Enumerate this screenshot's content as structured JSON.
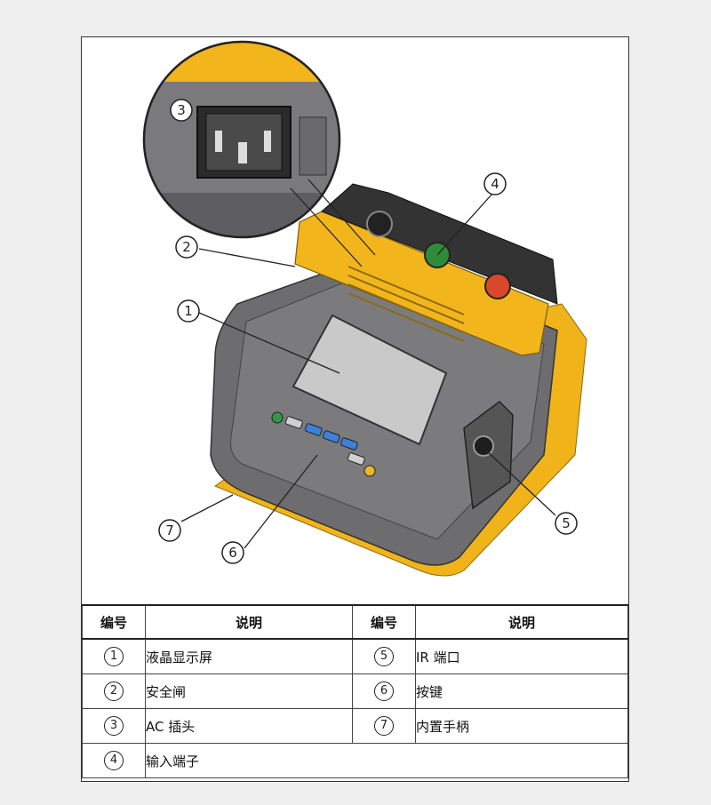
{
  "callouts": [
    "1",
    "2",
    "3",
    "4",
    "5",
    "6",
    "7"
  ],
  "table": {
    "headers": [
      "编号",
      "说明",
      "编号",
      "说明"
    ],
    "rows": [
      {
        "num1": "1",
        "desc1": "液晶显示屏",
        "num2": "5",
        "desc2": "IR 端口"
      },
      {
        "num1": "2",
        "desc1": "安全闸",
        "num2": "6",
        "desc2": "按键"
      },
      {
        "num1": "3",
        "desc1": "AC 插头",
        "num2": "7",
        "desc2": "内置手柄"
      },
      {
        "num1": "4",
        "desc1": "输入端子",
        "num2": "",
        "desc2": ""
      }
    ]
  },
  "colors": {
    "body_yellow": "#f2b51c",
    "body_gray": "#6e6e70",
    "screen_gray": "#c9c9c9",
    "terminal_green": "#2e8b3a",
    "terminal_red": "#d9482a",
    "key_blue": "#3d7fd9"
  }
}
